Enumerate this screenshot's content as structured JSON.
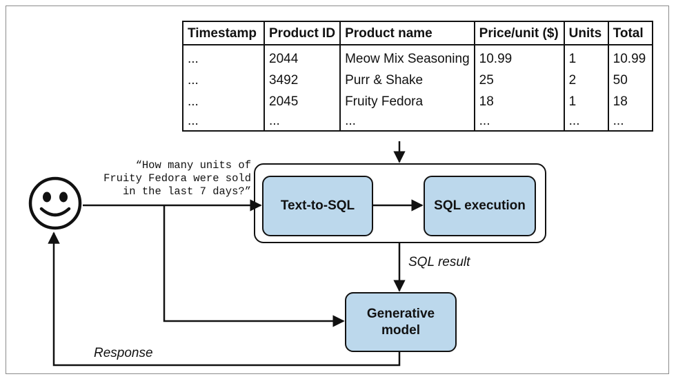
{
  "table": {
    "headers": [
      "Timestamp",
      "Product ID",
      "Product name",
      "Price/unit ($)",
      "Units",
      "Total"
    ],
    "rows": [
      [
        "...",
        "2044",
        "Meow Mix Seasoning",
        "10.99",
        "1",
        "10.99"
      ],
      [
        "...",
        "3492",
        "Purr & Shake",
        "25",
        "2",
        "50"
      ],
      [
        "...",
        "2045",
        "Fruity Fedora",
        "18",
        "1",
        "18"
      ],
      [
        "...",
        "...",
        "...",
        "...",
        "...",
        "..."
      ]
    ]
  },
  "query": {
    "line1": "“How many units of",
    "line2": "Fruity Fedora were sold",
    "line3": "in the last 7 days?”"
  },
  "boxes": {
    "text_to_sql": "Text-to-SQL",
    "sql_execution": "SQL execution",
    "generative_model": "Generative model"
  },
  "labels": {
    "sql_result": "SQL result",
    "response": "Response"
  },
  "icons": {
    "user": "smiley-face-icon"
  },
  "colors": {
    "box_fill": "#bcd8ec",
    "stroke": "#111111"
  }
}
